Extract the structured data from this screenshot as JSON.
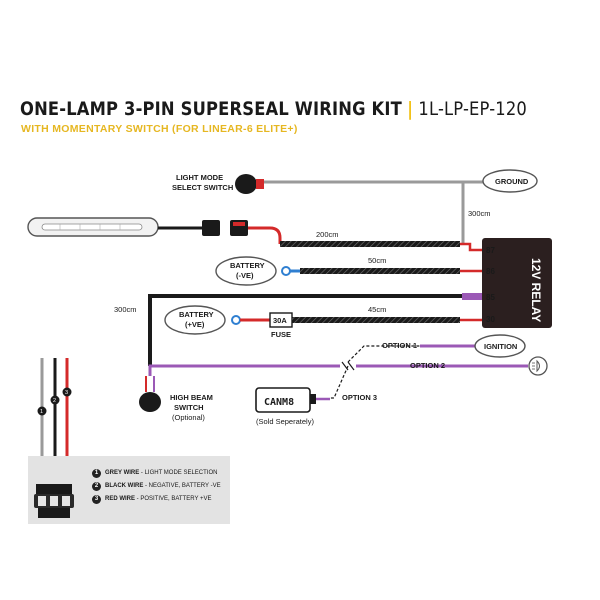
{
  "title": {
    "main": "ONE-LAMP 3-PIN SUPERSEAL WIRING KIT",
    "separator": "|",
    "code": "1L-LP-EP-120",
    "subtitle": "WITH MOMENTARY SWITCH (FOR LINEAR-6 ELITE+)"
  },
  "labels": {
    "light_mode_switch": [
      "LIGHT MODE",
      "SELECT SWITCH"
    ],
    "ground": "GROUND",
    "len_300_top": "300cm",
    "len_200": "200cm",
    "len_50": "50cm",
    "len_300_left": "300cm",
    "len_45": "45cm",
    "battery_neg": [
      "BATTERY",
      "(-VE)"
    ],
    "battery_pos": [
      "BATTERY",
      "(+VE)"
    ],
    "fuse_rating": "30A",
    "fuse": "FUSE",
    "relay": "12V RELAY",
    "pins": [
      "87",
      "86",
      "85",
      "30"
    ],
    "option1": "OPTION 1",
    "option2": "OPTION 2",
    "option3": "OPTION 3",
    "ignition": "IGNITION",
    "high_beam": [
      "HIGH BEAM",
      "SWITCH"
    ],
    "optional": "(Optional)",
    "canm8": "CANM8",
    "sold_separately": "(Sold Seperately)",
    "wire_numbers": [
      "1",
      "2",
      "3"
    ]
  },
  "legend": [
    {
      "num": "1",
      "name": "GREY WIRE",
      "desc": " - LIGHT MODE SELECTION"
    },
    {
      "num": "2",
      "name": "BLACK WIRE",
      "desc": " - NEGATIVE, BATTERY -VE"
    },
    {
      "num": "3",
      "name": "RED WIRE",
      "desc": " - POSITIVE, BATTERY +VE"
    }
  ],
  "colors": {
    "accent_yellow": "#e6b722",
    "wire_grey": "#9a9a9a",
    "wire_black": "#1a1a1a",
    "wire_red": "#d42a2a",
    "wire_purple": "#9b59b6",
    "relay": "#2b1f1f"
  }
}
